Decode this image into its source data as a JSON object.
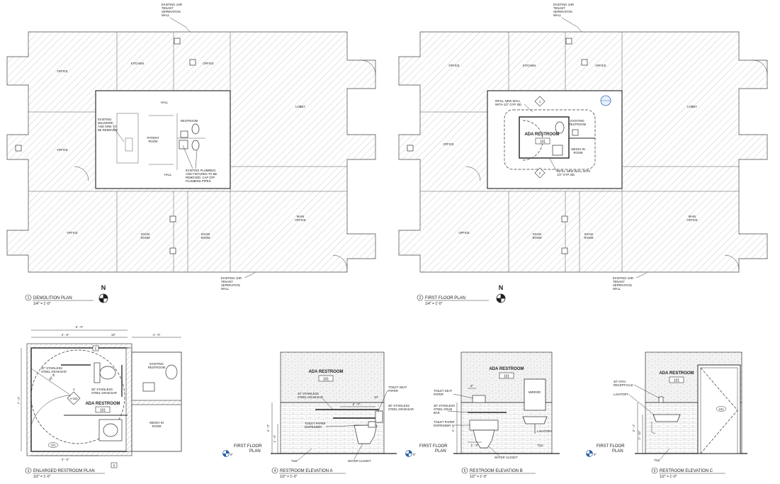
{
  "plan1": {
    "top_note": [
      "EXISTING 1HR",
      "TENANT",
      "SEPERATION",
      "WALL"
    ],
    "bottom_note": [
      "EXISTING 1HR",
      "TENANT",
      "SEPERATION",
      "WALL"
    ],
    "rooms": {
      "office_a": "OFFICE",
      "kitchen": "KITCHEN",
      "office_b": "OFFICE",
      "lobby": "LOBBY",
      "office_c": "OFFICE",
      "hall_top": "HALL",
      "hall_bottom": "HALL",
      "patient_1": "PATIENT",
      "patient_2": "ROOM",
      "restroom": "RESTROOM",
      "office_d": "OFFICE",
      "exam1_1": "EXAM",
      "exam1_2": "ROOM",
      "exam2_1": "EXAM",
      "exam2_2": "ROOM",
      "main_1": "MAIN",
      "main_2": "OFFICE"
    },
    "note_millwork": [
      "EXISTING",
      "MILLWORK",
      "AND SINK TO",
      "BE REMOVED"
    ],
    "note_plumbing": [
      "EXISTING PLUMBING",
      "AND FIXTURES TO BE",
      "REMOVED. CAP OFF",
      "PLUMBING PIPES."
    ],
    "title_num": "1",
    "title": "DEMOLITION PLAN",
    "scale": "1/4\" = 1'-0\"",
    "north": "N"
  },
  "plan2": {
    "top_note": [
      "EXISTING 1HR",
      "TENANT",
      "SEPERATION",
      "WALL"
    ],
    "bottom_note": [
      "EXISTING 1HR",
      "TENANT",
      "SEPERATION",
      "WALL"
    ],
    "rooms": {
      "office_a": "OFFICE",
      "kitchen": "KITCHEN",
      "office_b": "OFFICE",
      "lobby": "LOBBY",
      "office_c": "OFFICE",
      "existing_1": "EXISTING",
      "existing_2": "RESTROOM",
      "weigh_1": "WEIGH-IN",
      "weigh_2": "ROOM",
      "office_d": "OFFICE",
      "exam1_1": "EXAM",
      "exam1_2": "ROOM",
      "exam2_1": "EXAM",
      "exam2_2": "ROOM",
      "main_1": "MAIN",
      "main_2": "OFFICE"
    },
    "ada_label": "ADA RESTROOM",
    "ada_num": "101",
    "note_infill_top": [
      "INFILL NEW WALL",
      "WITH 1/2\" GYP. BD."
    ],
    "note_infill_bottom": [
      "INFILL NEW WALL WITH",
      "1/2\" GYP. BD."
    ],
    "diamond_1": "1",
    "diamond_2": "2",
    "title_num": "2",
    "title": "FIRST FLOOR PLAN",
    "scale": "1/4\" = 1'-0\"",
    "north": "N"
  },
  "plan3": {
    "dim_top": "5' - 0\"",
    "dim_a": "3' - 6\"",
    "dim_b": "10\"",
    "dim_c": "4' - 0\"",
    "dim_left": "7' - 0\"",
    "dim_bottom": "3' - 0\"",
    "grab_42": [
      "42\" STAINLESS",
      "STEEL GRAB BAR"
    ],
    "grab_36": [
      "36\" STAINLESS",
      "STEEL GRAB BAR"
    ],
    "radius": "60\" Ø",
    "ada_label": "ADA RESTROOM",
    "ada_num": "101",
    "existing_1": "EXISTING",
    "existing_2": "RESTROOM",
    "weigh_1": "WEIGH-IN",
    "weigh_2": "ROOM",
    "tag_a": "A-102",
    "tag_4": "4",
    "tag_5": "5",
    "tag_6": "6",
    "tag_door": "101",
    "title_num": "3",
    "title": "ENLARGED RESTROOM PLAN",
    "scale": "1/2\" = 1'-0\""
  },
  "elevA": {
    "ada_label": "ADA RESTROOM",
    "ada_num": "101",
    "grab_42": [
      "42\" STAINLESS",
      "STEEL GRAB BAR"
    ],
    "seat_paper": [
      "TOILET SEAT",
      "PAPER"
    ],
    "grab_36": [
      "36\" STAINLESS",
      "STEEL GRAB BAR"
    ],
    "tp": [
      "TOILET PAPER",
      "DISPENSER"
    ],
    "dim_h": "3' - 0\"",
    "dim_v1": "4' - 0\"",
    "dim_v2": "1' - 6\"",
    "dim_10": "10\"",
    "floor_1": "FIRST FLOOR",
    "floor_2": "PLAN",
    "floor_3": "0\"",
    "tile": "TILE",
    "wc": "WATER CLOSET",
    "title_num": "4",
    "title": "RESTROOM ELEVATION A",
    "scale": "1/2\" = 1'-0\""
  },
  "elevB": {
    "ada_label": "ADA RESTROOM",
    "ada_num": "101",
    "seat_paper": [
      "TOILET SEAT",
      "PAPER"
    ],
    "grab_36": [
      "36\" STAINLESS",
      "STEEL GRAB",
      "BAR"
    ],
    "tp": [
      "TOILET PAPER",
      "DISPENSER"
    ],
    "mirror": "MIRROR",
    "lav": "LAVATORY",
    "tile": "TILE",
    "wc": "WATER CLOSET",
    "dim_6": "6\"",
    "dim_1": "1' - 0\"",
    "dim_v": "4' - 0\"",
    "floor_1": "FIRST FLOOR",
    "floor_2": "PLAN",
    "floor_3": "0\"",
    "title_num": "5",
    "title": "RESTROOM ELEVATION B",
    "scale": "1/2\" = 1'-0\""
  },
  "elevC": {
    "ada_label": "ADA RESTROOM",
    "ada_num": "101",
    "gfci": [
      "40\" GFCI",
      "RECEPTACLE"
    ],
    "lav": "LAVATORY",
    "tile": "TILE",
    "door": "101",
    "dim_v1": "3' - 4\"",
    "dim_v2": "2' - 10\"",
    "floor_1": "FIRST FLOOR",
    "floor_2": "PLAN",
    "floor_3": "0\"",
    "title_num": "6",
    "title": "RESTROOM ELEVATION C",
    "scale": "1/2\" = 1'-0\""
  }
}
